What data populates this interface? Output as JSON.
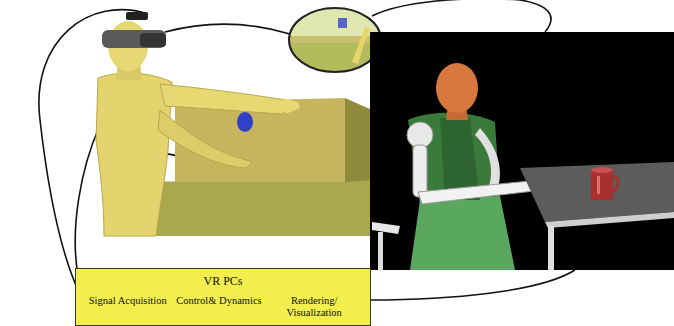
{
  "diagram": {
    "nodes": [
      {
        "text": [
          "VR PCs",
          "Signal Acquisition",
          "Control& Dynamics",
          "Rendering/ Visualization"
        ]
      }
    ]
  }
}
